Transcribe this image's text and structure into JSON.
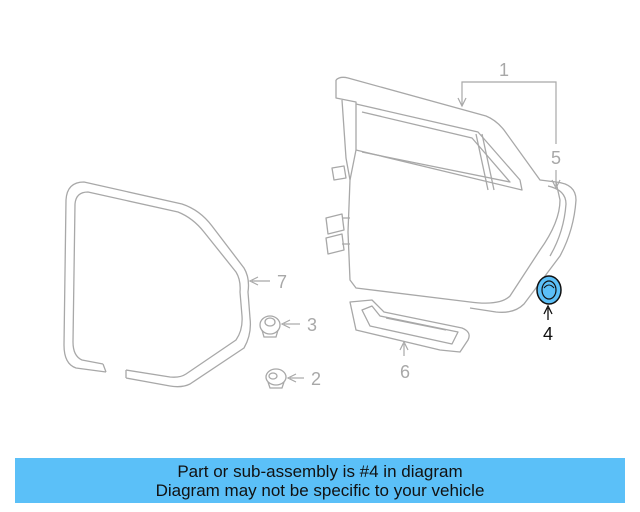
{
  "diagram": {
    "callouts": {
      "c1": "1",
      "c2": "2",
      "c3": "3",
      "c4": "4",
      "c5": "5",
      "c6": "6",
      "c7": "7"
    },
    "highlighted_part": "4",
    "highlight_color": "#5bc0f8",
    "line_color": "#a8a8a8"
  },
  "banner": {
    "line1": "Part or sub-assembly is #4 in diagram",
    "line2": "Diagram may not be specific to your vehicle",
    "background": "#5bc0f8"
  }
}
